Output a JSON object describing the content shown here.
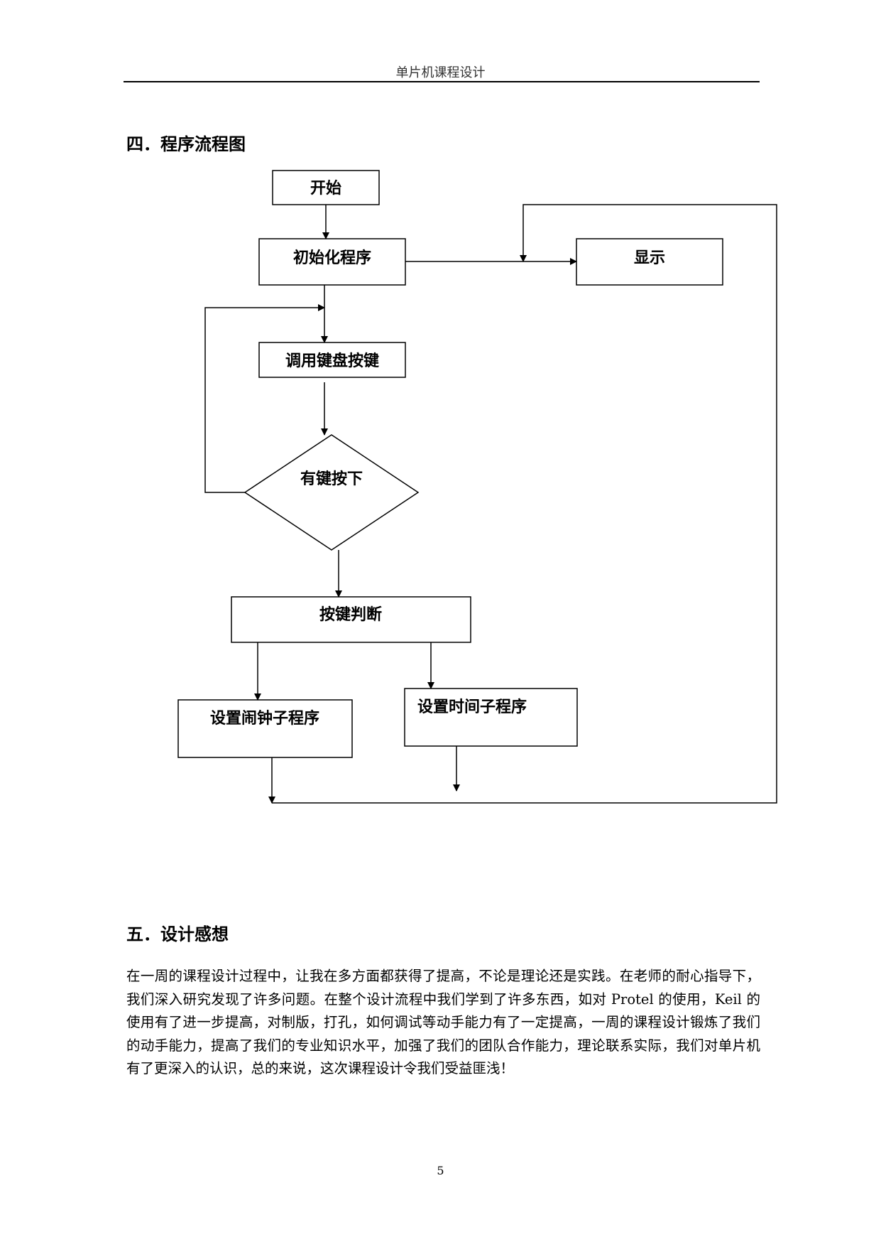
{
  "header": {
    "title": "单片机课程设计"
  },
  "section4": {
    "heading": "四．程序流程图"
  },
  "flowchart": {
    "start": "开始",
    "init": "初始化程序",
    "display": "显示",
    "call_keyboard": "调用键盘按键",
    "key_pressed": "有键按下",
    "key_judge": "按键判断",
    "set_alarm": "设置闹钟子程序",
    "set_time": "设置时间子程序"
  },
  "section5": {
    "heading": "五．设计感想",
    "paragraph": "在一周的课程设计过程中，让我在多方面都获得了提高，不论是理论还是实践。在老师的耐心指导下，我们深入研究发现了许多问题。在整个设计流程中我们学到了许多东西，如对 Protel 的使用，Keil 的使用有了进一步提高，对制版，打孔，如何调试等动手能力有了一定提高，一周的课程设计锻炼了我们的动手能力，提高了我们的专业知识水平，加强了我们的团队合作能力，理论联系实际，我们对单片机有了更深入的认识，总的来说，这次课程设计令我们受益匪浅！"
  },
  "footer": {
    "page_number": "5"
  }
}
